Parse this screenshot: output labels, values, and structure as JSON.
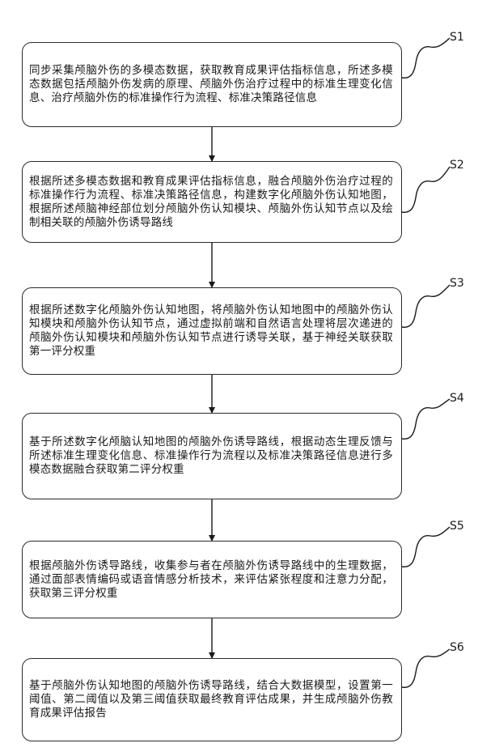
{
  "steps": [
    {
      "id": "S1",
      "text": "同步采集颅脑外伤的多模态数据，获取教育成果评估指标信息，所述多模态数据包括颅脑外伤发病的原理、颅脑外伤治疗过程中的标准生理变化信息、治疗颅脑外伤的标准操作行为流程、标准决策路径信息"
    },
    {
      "id": "S2",
      "text": "根据所述多模态数据和教育成果评估指标信息，融合颅脑外伤治疗过程的标准操作行为流程、标准决策路径信息，构建数字化颅脑外伤认知地图，根据所述颅脑神经部位划分颅脑外伤认知模块、颅脑外伤认知节点以及绘制相关联的颅脑外伤诱导路线"
    },
    {
      "id": "S3",
      "text": "根据所述数字化颅脑外伤认知地图，将颅脑外伤认知地图中的颅脑外伤认知模块和颅脑外伤认知节点，通过虚拟前端和自然语言处理将层次递进的颅脑外伤认知模块和颅脑外伤认知节点进行诱导关联，基于神经关联获取第一评分权重"
    },
    {
      "id": "S4",
      "text": "基于所述数字化颅脑认知地图的颅脑外伤诱导路线，根据动态生理反馈与所述标准生理变化信息、标准操作行为流程以及标准决策路径信息进行多模态数据融合获取第二评分权重"
    },
    {
      "id": "S5",
      "text": "根据颅脑外伤诱导路线，收集参与者在颅脑外伤诱导路线中的生理数据，通过面部表情编码或语音情感分析技术，来评估紧张程度和注意力分配，获取第三评分权重"
    },
    {
      "id": "S6",
      "text": "基于颅脑外伤认知地图的颅脑外伤诱导路线，结合大数据模型，设置第一阈值、第二阈值以及第三阈值获取最终教育评估成果，并生成颅脑外伤教育成果评估报告"
    }
  ]
}
